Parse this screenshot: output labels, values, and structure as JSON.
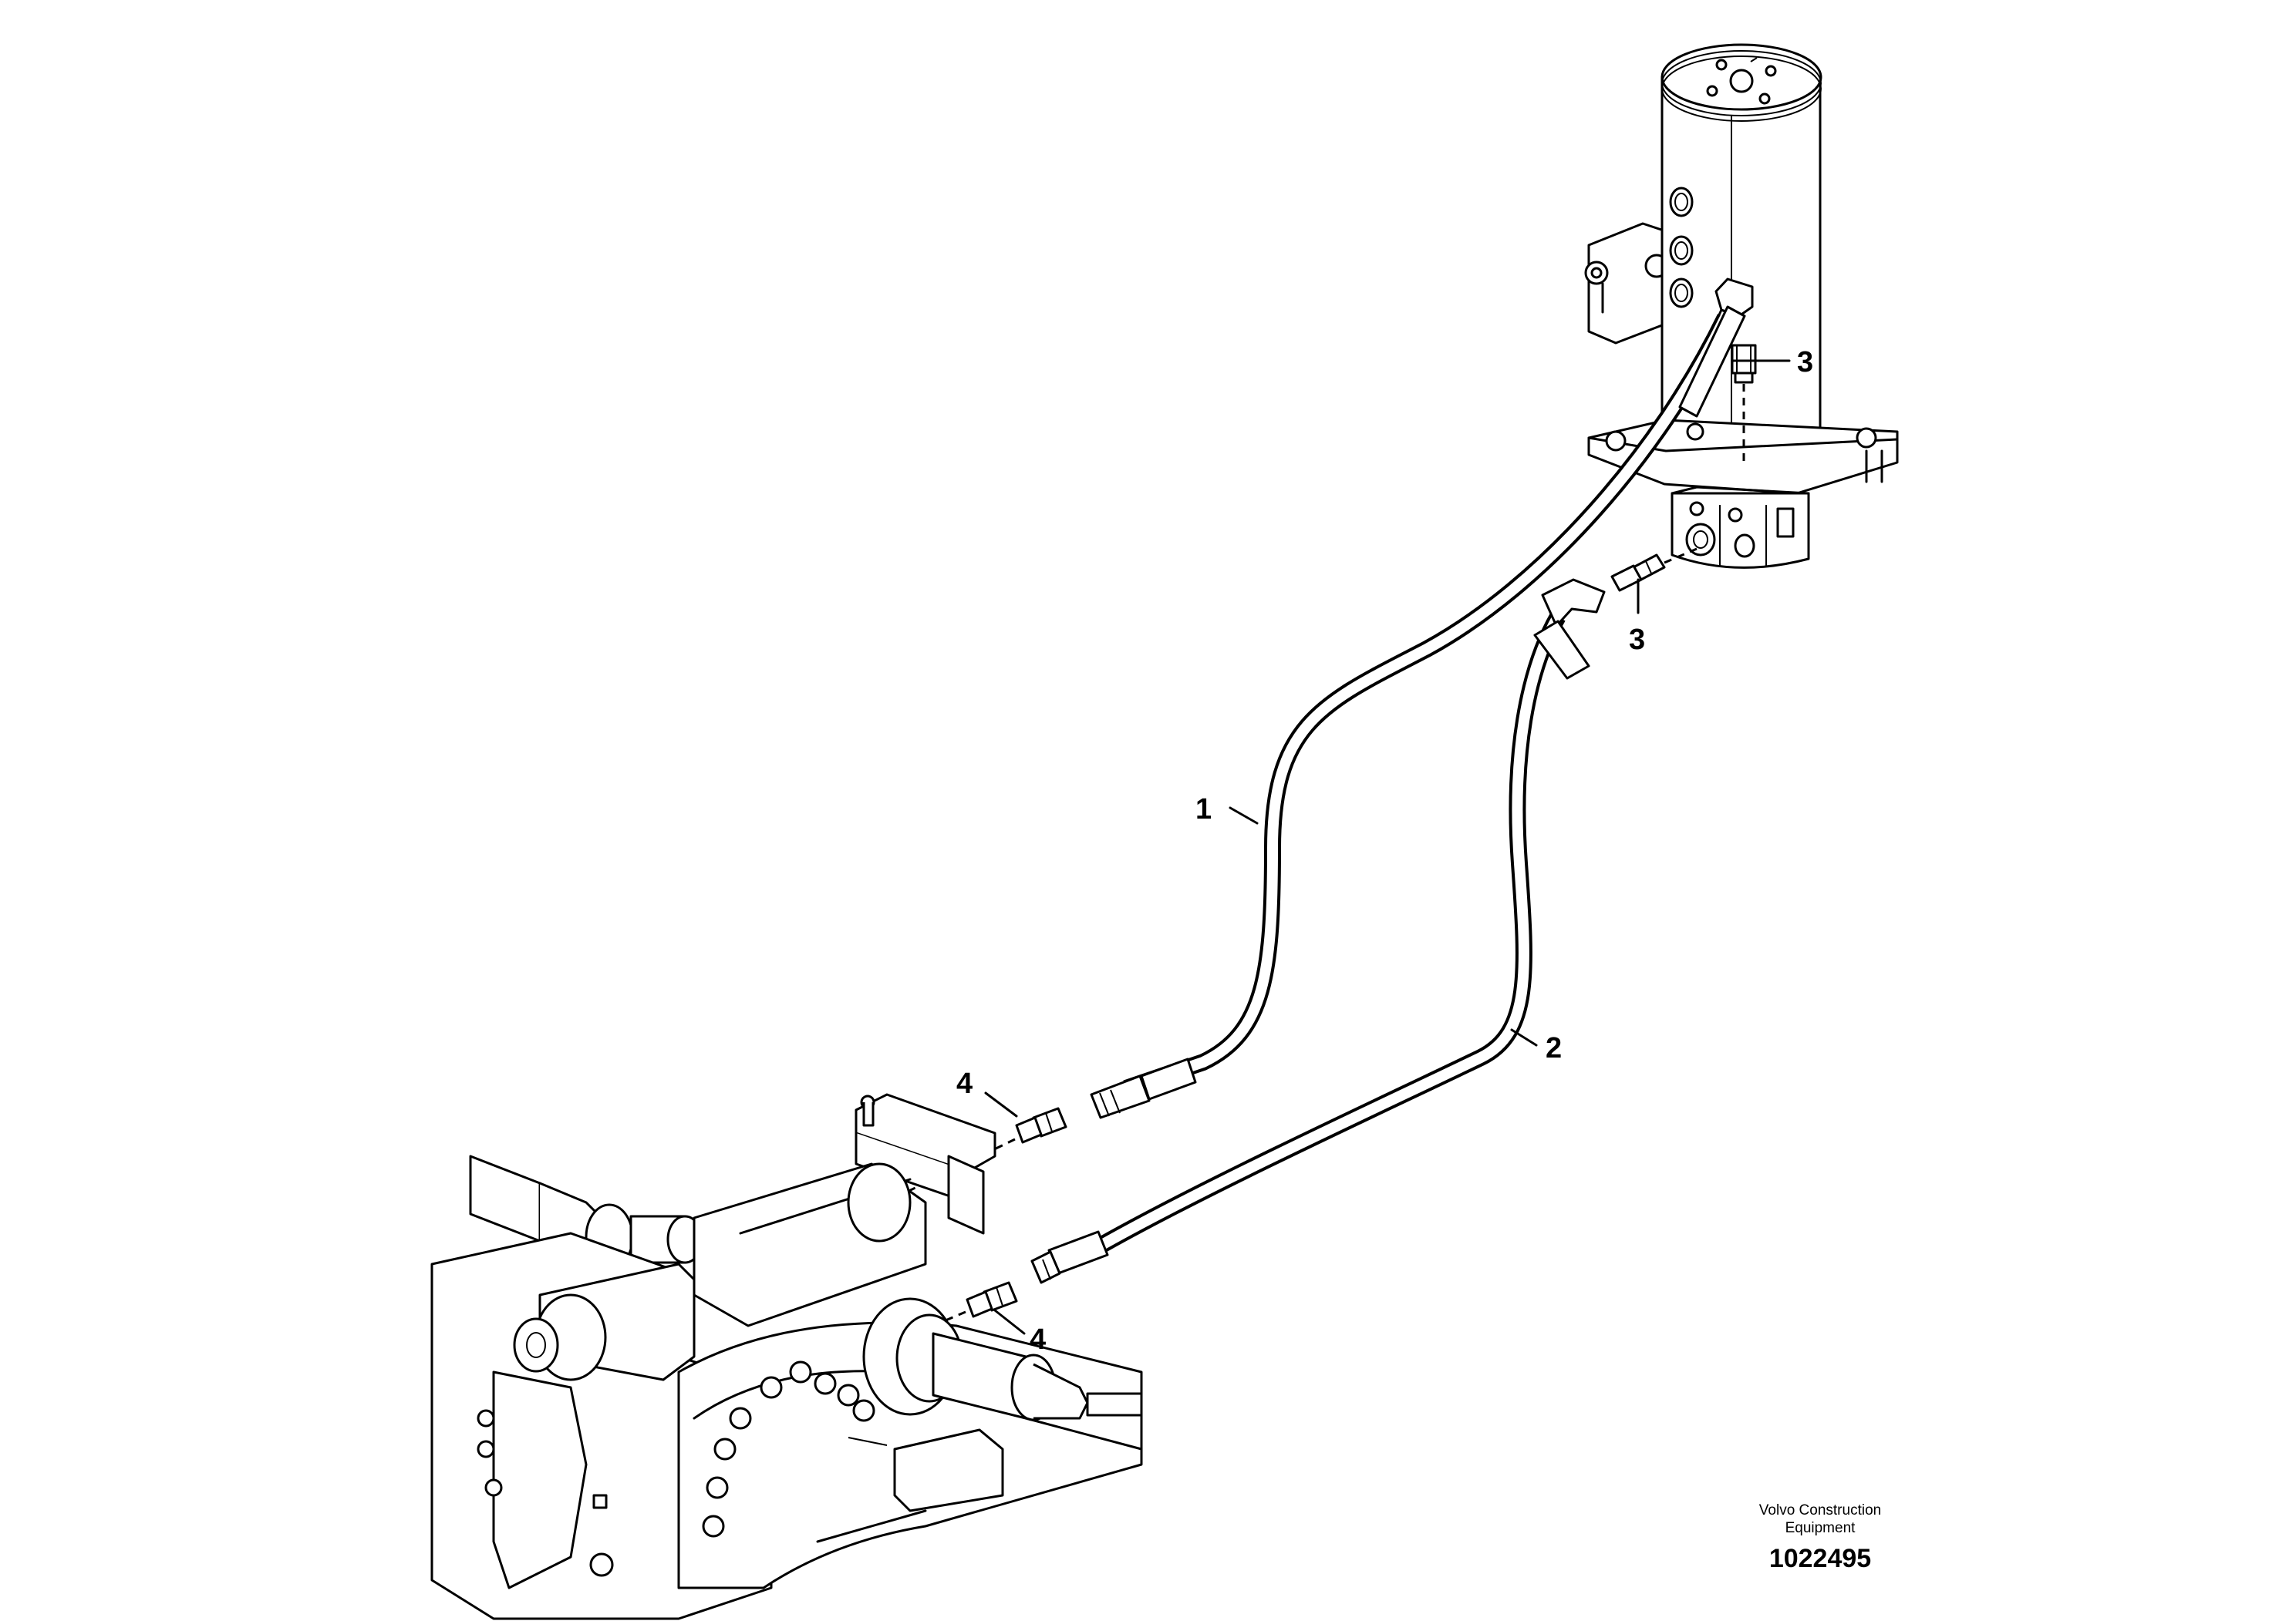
{
  "callouts": [
    {
      "id": "1",
      "label": "1"
    },
    {
      "id": "2",
      "label": "2"
    },
    {
      "id": "3a",
      "label": "3"
    },
    {
      "id": "3b",
      "label": "3"
    },
    {
      "id": "4a",
      "label": "4"
    },
    {
      "id": "4b",
      "label": "4"
    }
  ],
  "footer": {
    "brand_line1": "Volvo Construction",
    "brand_line2": "Equipment",
    "drawing_number": "1022495"
  }
}
